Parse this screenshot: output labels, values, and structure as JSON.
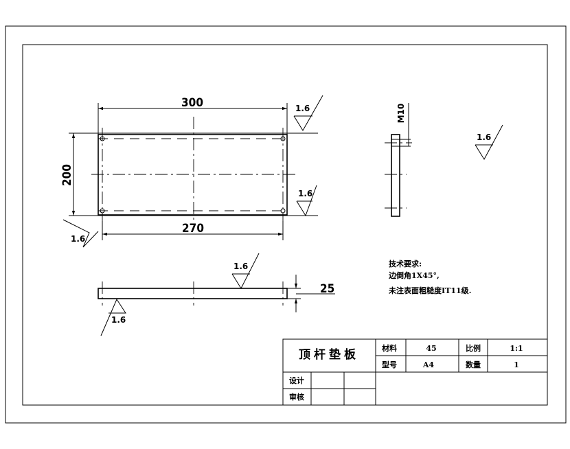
{
  "dimensions": {
    "top_length": "300",
    "height": "200",
    "bottom_length": "270",
    "thickness": "25",
    "thread": "M10"
  },
  "roughness": {
    "top_right": "1.6",
    "mid_right": "1.6",
    "bottom_left": "1.6",
    "section_top": "1.6",
    "section_bottom": "1.6",
    "general": "1.6"
  },
  "notes": {
    "heading": "技术要求:",
    "line1": "边倒角1X45°,",
    "line2": "未注表面粗糙度IT11级."
  },
  "title_block": {
    "part_name": "顶杆垫板",
    "material_label": "材料",
    "material_value": "45",
    "scale_label": "比例",
    "scale_value": "1:1",
    "model_label": "型号",
    "model_value": "A4",
    "qty_label": "数量",
    "qty_value": "1",
    "design_label": "设计",
    "review_label": "审核"
  }
}
